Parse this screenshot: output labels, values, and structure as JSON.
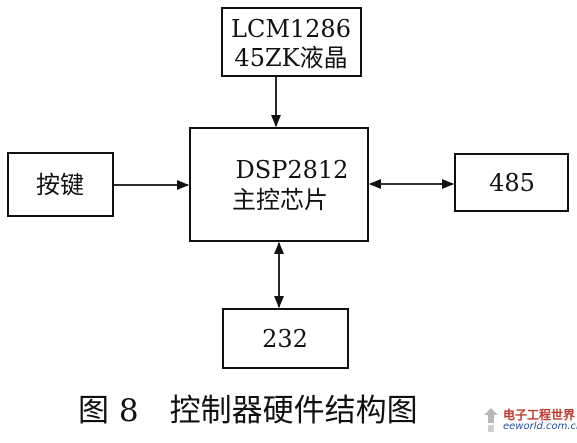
{
  "diagram": {
    "nodes": {
      "lcm": {
        "line1": "LCM1286",
        "line2": "45ZK液晶"
      },
      "keys": {
        "label": "按键"
      },
      "dsp": {
        "line1": "DSP2812",
        "line2": "主控芯片"
      },
      "rs485": {
        "label": "485"
      },
      "rs232": {
        "label": "232"
      }
    },
    "edges": [
      {
        "from": "lcm",
        "to": "dsp",
        "direction": "forward"
      },
      {
        "from": "keys",
        "to": "dsp",
        "direction": "forward"
      },
      {
        "from": "dsp",
        "to": "rs485",
        "direction": "both"
      },
      {
        "from": "dsp",
        "to": "rs232",
        "direction": "both"
      }
    ],
    "caption": "图 8　控制器硬件结构图"
  },
  "watermark": {
    "title": "电子工程世界",
    "site": "eeworld.com.cn"
  }
}
